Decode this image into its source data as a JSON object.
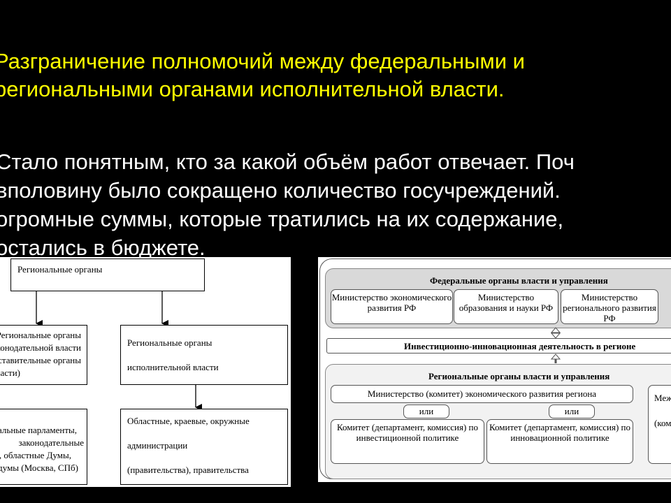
{
  "slide": {
    "title_lines": [
      "Разграничение полномочий между федеральными и",
      "региональными органами исполнительной власти."
    ],
    "body_lines": [
      "Стало понятным, кто за какой объём работ отвечает. Поч",
      "вполовину было сокращено количество госучреждений.",
      "огромные суммы, которые тратились на их содержание,",
      "остались в бюджете."
    ]
  },
  "left_diagram": {
    "top_box": "Региональные органы",
    "mid_left_lines": [
      "Региональные органы",
      "законодательной власти",
      "(представительные органы",
      "власти)"
    ],
    "mid_right_lines": [
      "Региональные органы",
      "исполнительной власти"
    ],
    "bottom_left_lines": [
      "Региональные парламенты,",
      "законодательные",
      "собрания, областные Думы,",
      "городские думы (Москва, СПб)"
    ],
    "bottom_right_lines": [
      "Областные, краевые, окружные",
      "администрации",
      "(правительства), правительства"
    ]
  },
  "right_diagram": {
    "federal_header": "Федеральные органы власти и управления",
    "ministries": [
      "Министерство экономического развития РФ",
      "Министерство образования и науки РФ",
      "Министерство регионального развития РФ"
    ],
    "investment_bar": "Инвестиционно-инновационная деятельность в регионе",
    "regional_header": "Региональные органы власти и управления",
    "ministry_region": "Министерство (комитет) экономического развития региона",
    "or_label_1": "или",
    "or_label_2": "или",
    "committee_investment": "Комитет (департамент, комиссия) по инвестиционной политике",
    "committee_innovation": "Комитет (департамент, комиссия) по инновационной политике",
    "side_box_lines": [
      "Межведомственная",
      "(комиссия)"
    ]
  }
}
